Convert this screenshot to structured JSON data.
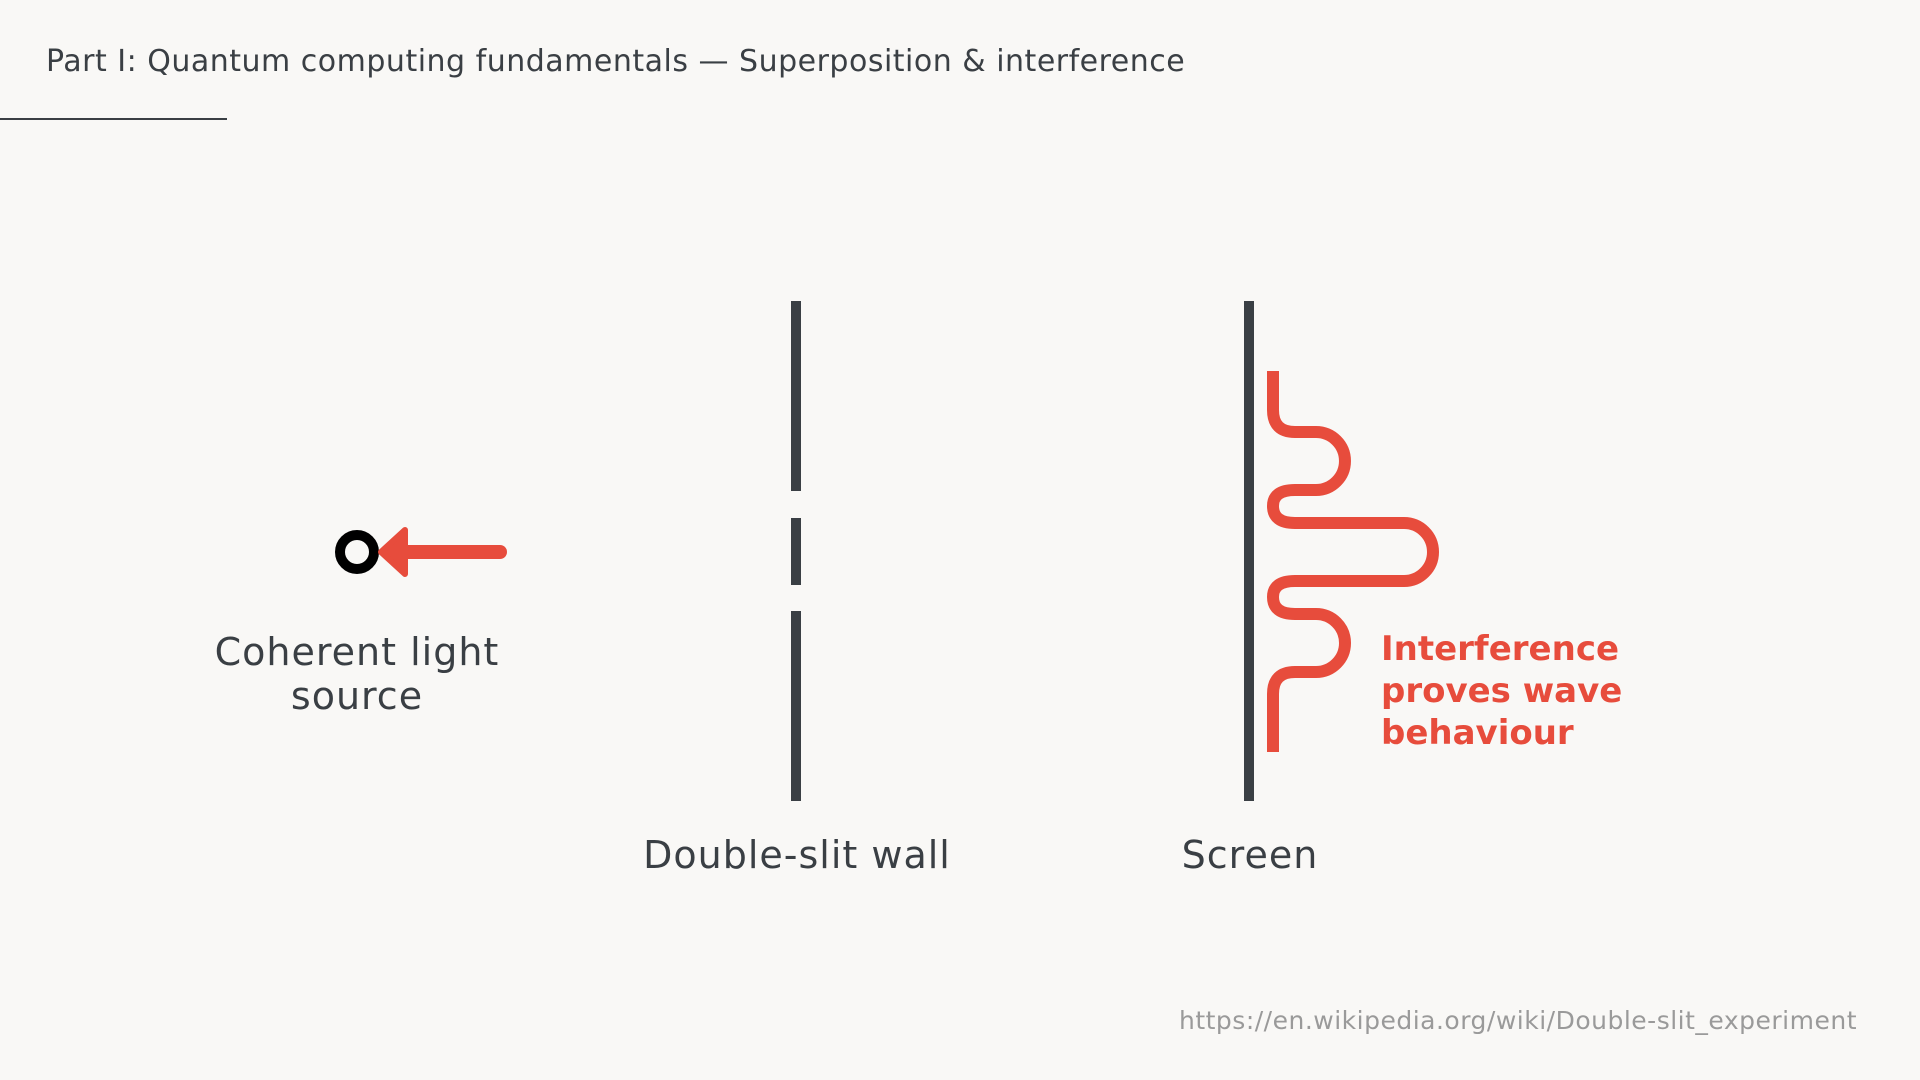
{
  "header": {
    "title": "Part I: Quantum computing fundamentals — Superposition & interference"
  },
  "diagram": {
    "source_label": "Coherent light source",
    "wall_label": "Double-slit wall",
    "screen_label": "Screen",
    "annotation": "Interference proves wave behaviour"
  },
  "footer": {
    "source_url": "https://en.wikipedia.org/wiki/Double-slit_experiment"
  },
  "colors": {
    "accent": "#e74c3c",
    "ink": "#3a3f44",
    "background": "#f9f8f6",
    "muted": "#9a9a9a"
  },
  "icons": {
    "source": "ring-icon",
    "arrow": "left-arrow-icon"
  }
}
